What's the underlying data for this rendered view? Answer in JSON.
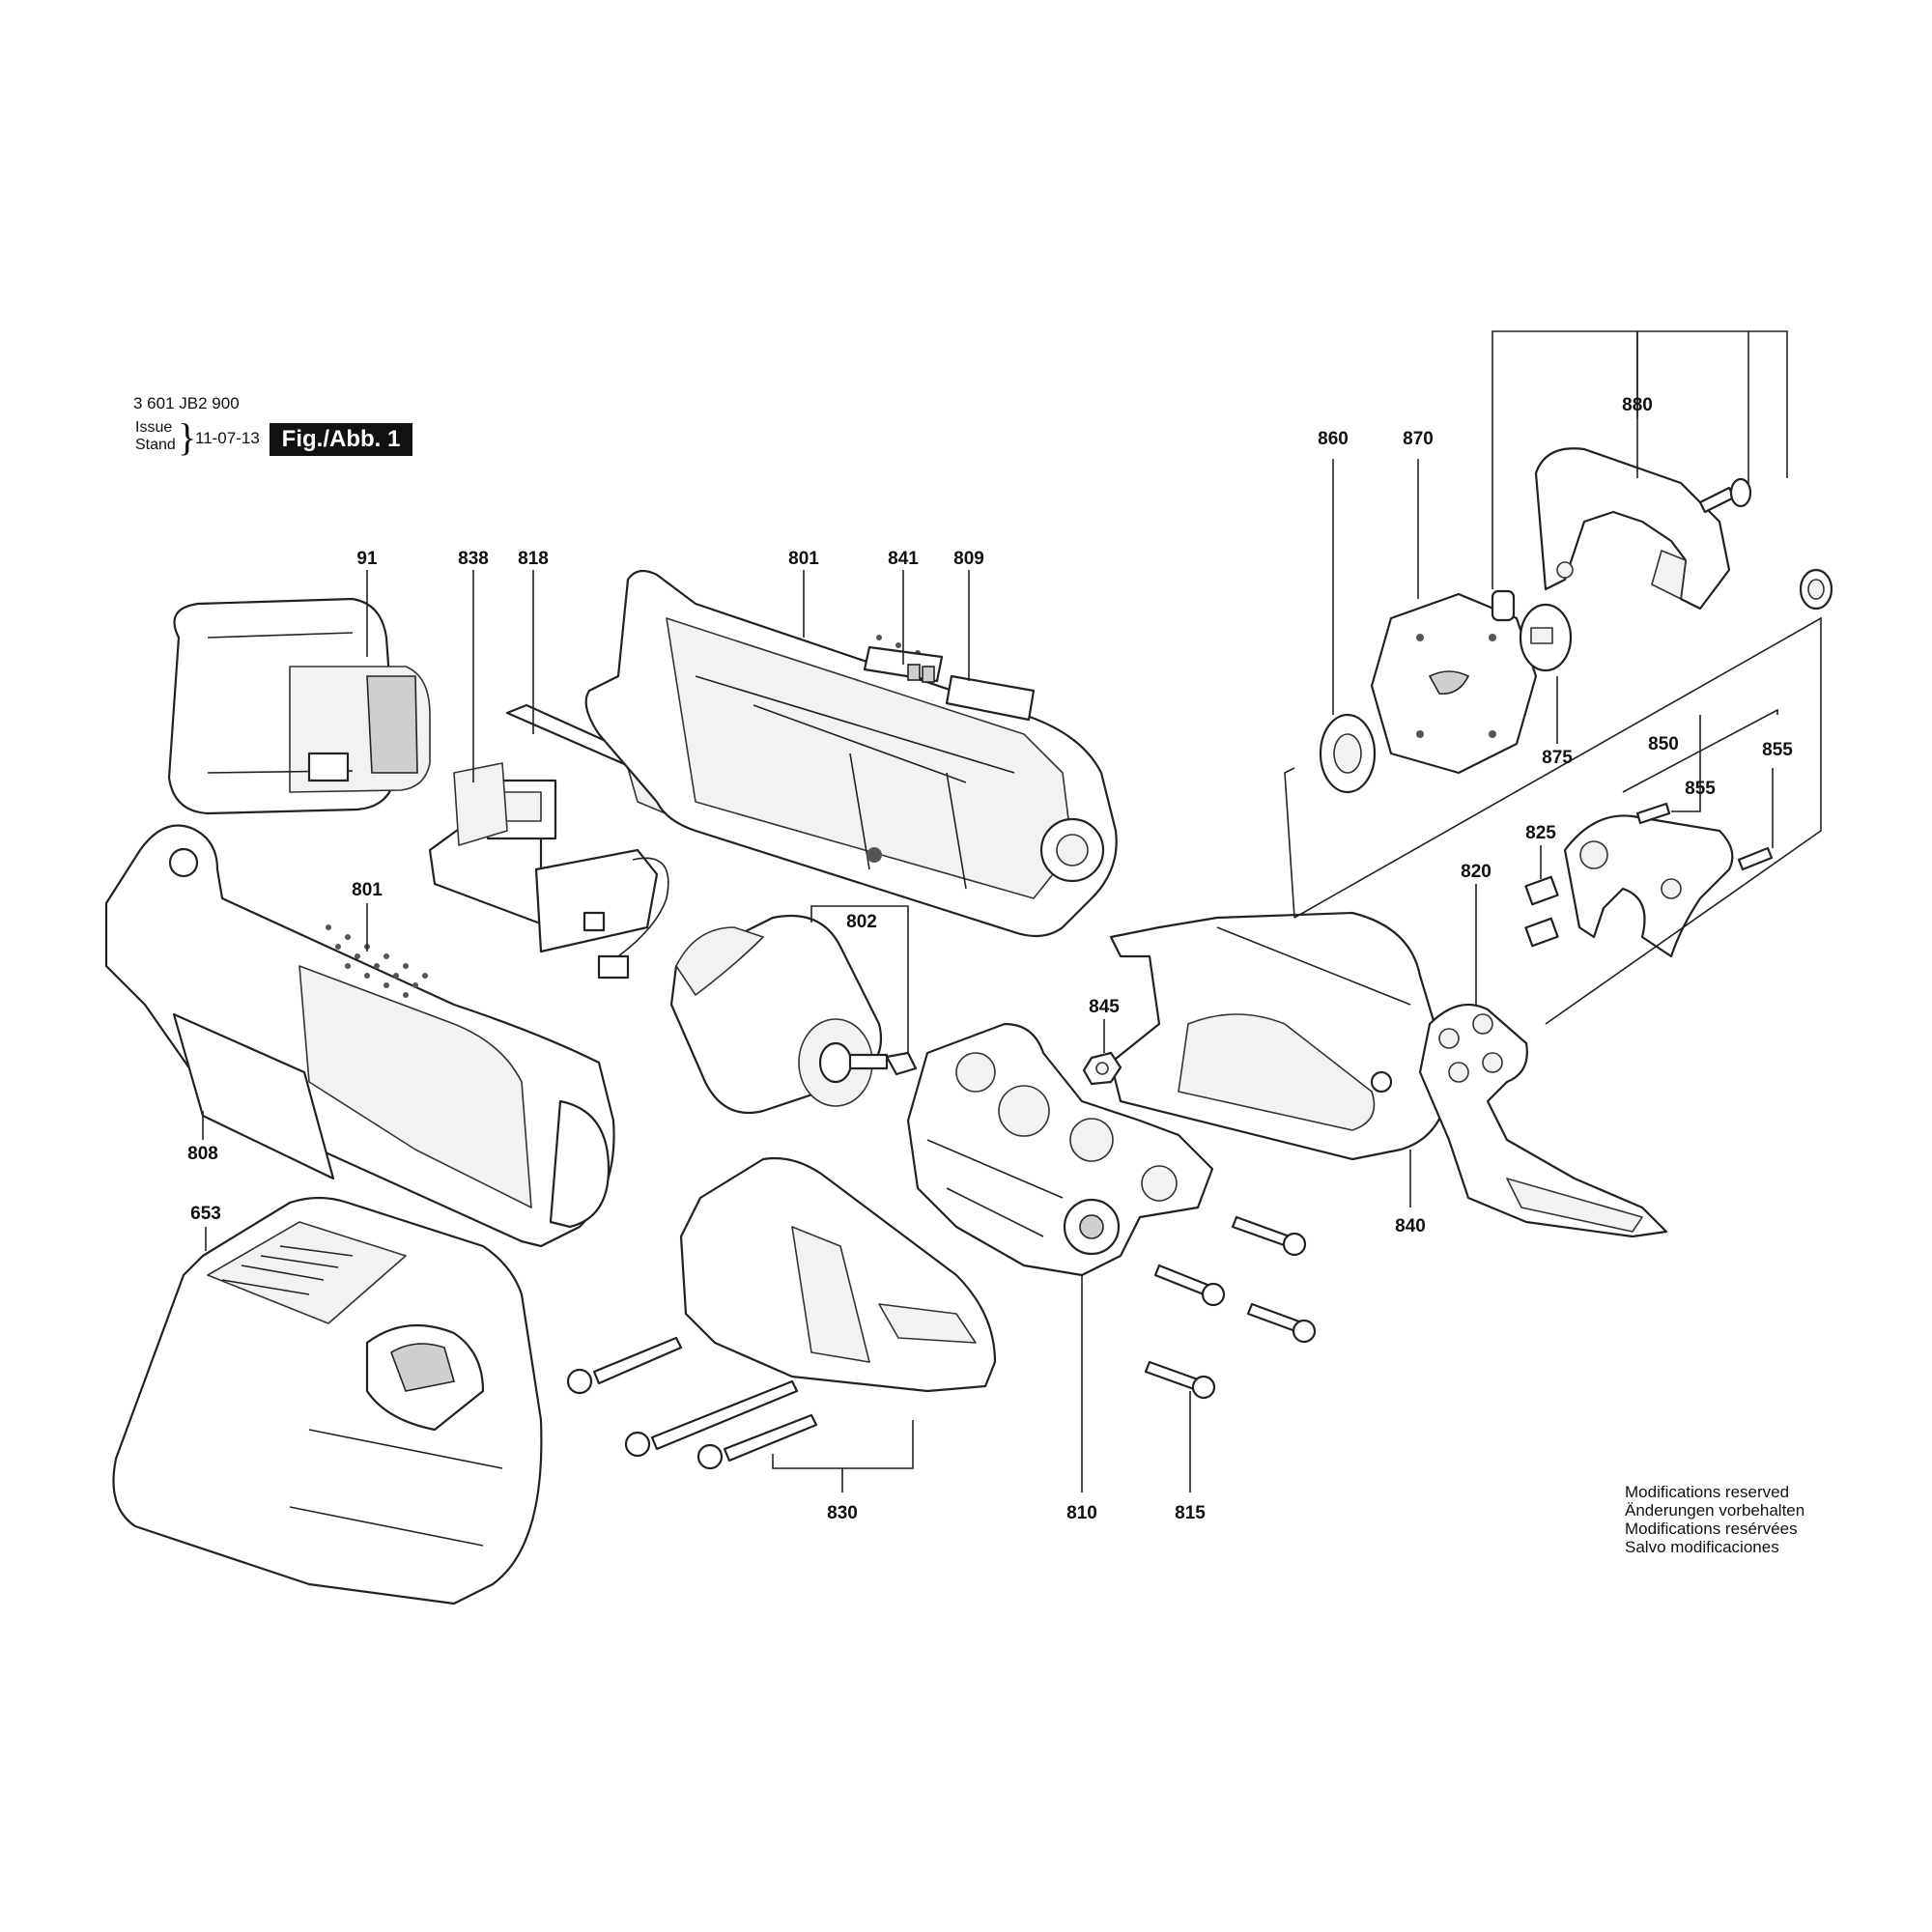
{
  "header": {
    "doc_number": "3 601 JB2 900",
    "issue_label": "Issue",
    "stand_label": "Stand",
    "date": "11-07-13",
    "figure_label": "Fig./Abb. 1"
  },
  "notice": [
    "Modifications reserved",
    "Änderungen vorbehalten",
    "Modifications resérvées",
    "Salvo modificaciones"
  ],
  "parts": {
    "p91": "91",
    "p838": "838",
    "p818": "818",
    "p801_top": "801",
    "p841": "841",
    "p809": "809",
    "p801_side": "801",
    "p808": "808",
    "p802": "802",
    "p653": "653",
    "p830": "830",
    "p810": "810",
    "p815": "815",
    "p845": "845",
    "p840": "840",
    "p820": "820",
    "p825": "825",
    "p850": "850",
    "p855_a": "855",
    "p855_b": "855",
    "p860": "860",
    "p870": "870",
    "p875": "875",
    "p880": "880"
  }
}
